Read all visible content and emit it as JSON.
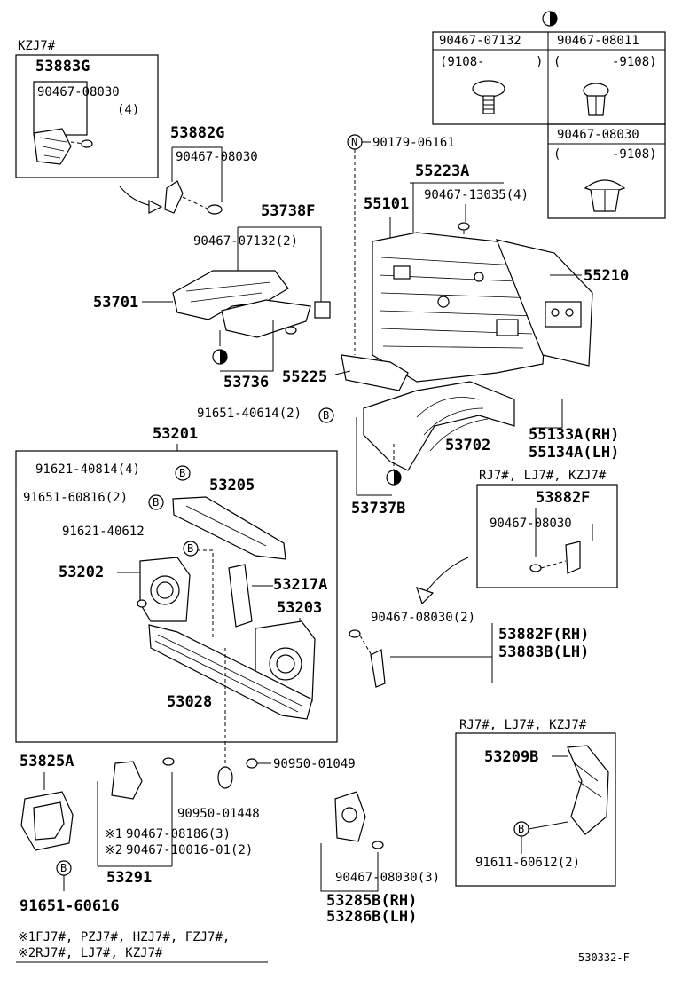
{
  "labels": {
    "kzj7_top": "KZJ7#",
    "p53883G": "53883G",
    "p90467_08030_a": "90467-08030",
    "q4": "(4)",
    "p53882G": "53882G",
    "p90467_08030_b": "90467-08030",
    "t1_h1": "90467-07132",
    "t1_h2": "90467-08011",
    "t1_r1": "(9108-",
    "t1_r1b": ")",
    "t1_r2": "(",
    "t1_r2b": "-9108)",
    "t2_h": "90467-08030",
    "t2_r": "(",
    "t2_rb": "-9108)",
    "p90179": "90179-06161",
    "p55223A": "55223A",
    "p90467_13035": "90467-13035(4)",
    "p55101": "55101",
    "p53738F": "53738F",
    "p90467_07132_2": "90467-07132(2)",
    "p55210": "55210",
    "p53701": "53701",
    "p53736": "53736",
    "p55225": "55225",
    "p91651_40614": "91651-40614(2)",
    "p53702": "53702",
    "p55133A": "55133A(RH)",
    "p55134A": "55134A(LH)",
    "p53201": "53201",
    "p91621_40814": "91621-40814(4)",
    "p91651_60816": "91651-60816(2)",
    "p53205": "53205",
    "p91621_40612": "91621-40612",
    "p53202": "53202",
    "p53217A": "53217A",
    "p53203": "53203",
    "p53028": "53028",
    "p53737B": "53737B",
    "rj7_a": "RJ7#, LJ7#, KZJ7#",
    "p53882F": "53882F",
    "p90467_08030_c": "90467-08030",
    "p90467_08030_2": "90467-08030(2)",
    "p53882F_rh": "53882F(RH)",
    "p53883B_lh": "53883B(LH)",
    "p53825A": "53825A",
    "p90950_01049": "90950-01049",
    "p90950_01448": "90950-01448",
    "m1": "※1",
    "p90467_08186": "90467-08186(3)",
    "m2": "※2",
    "p90467_10016": "90467-10016-01(2)",
    "p53291": "53291",
    "p91651_60616": "91651-60616",
    "p90467_08030_3": "90467-08030(3)",
    "p53285B": "53285B(RH)",
    "p53286B": "53286B(LH)",
    "rj7_b": "RJ7#, LJ7#, KZJ7#",
    "p53209B": "53209B",
    "p91611_60612": "91611-60612(2)",
    "fn1": "※1FJ7#, PZJ7#, HZJ7#, FZJ7#,",
    "fn2": "※2RJ7#, LJ7#, KZJ7#",
    "code": "530332-F",
    "B": "B",
    "N": "N"
  }
}
